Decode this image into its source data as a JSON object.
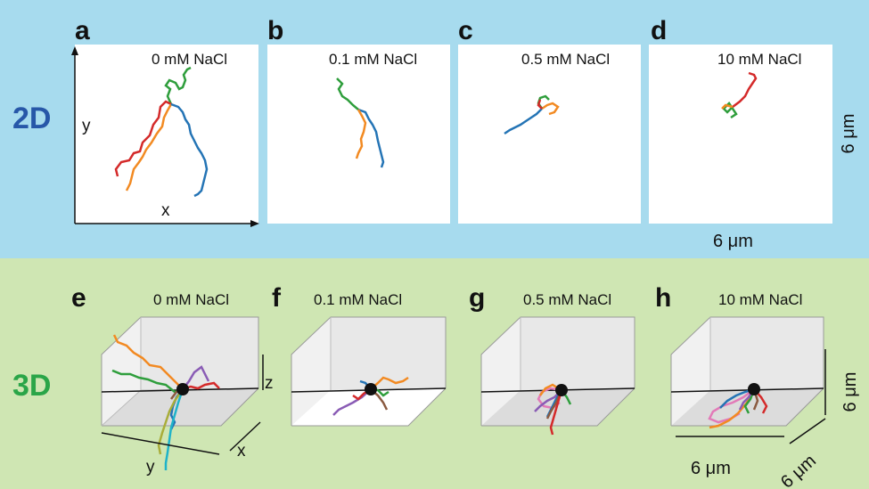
{
  "row_2d": {
    "label": "2D",
    "label_color": "#2757a8",
    "background": "#a7dbee",
    "panels": [
      {
        "letter": "a",
        "condition": "0 mM NaCl"
      },
      {
        "letter": "b",
        "condition": "0.1 mM NaCl"
      },
      {
        "letter": "c",
        "condition": "0.5 mM NaCl"
      },
      {
        "letter": "d",
        "condition": "10 mM NaCl"
      }
    ],
    "axis_x": "x",
    "axis_y": "y",
    "scale_horizontal": "6 μm",
    "scale_vertical": "6 μm"
  },
  "row_3d": {
    "label": "3D",
    "label_color": "#2aa548",
    "background": "#cfe6b3",
    "panels": [
      {
        "letter": "e",
        "condition": "0 mM NaCl"
      },
      {
        "letter": "f",
        "condition": "0.1 mM NaCl"
      },
      {
        "letter": "g",
        "condition": "0.5 mM NaCl"
      },
      {
        "letter": "h",
        "condition": "10 mM NaCl"
      }
    ],
    "axis_x": "x",
    "axis_y": "y",
    "axis_z": "z",
    "scale_1": "6 μm",
    "scale_2": "6 μm",
    "scale_3": "6 μm"
  },
  "trajectory_colors": {
    "red": "#d42a2a",
    "orange": "#f28a22",
    "blue": "#2474b5",
    "green": "#2f9e3c",
    "purple": "#8a5cb5",
    "brown": "#8a5a40",
    "pink": "#e27ab8",
    "olive": "#a9ad3a",
    "cyan": "#1fb3c9"
  }
}
